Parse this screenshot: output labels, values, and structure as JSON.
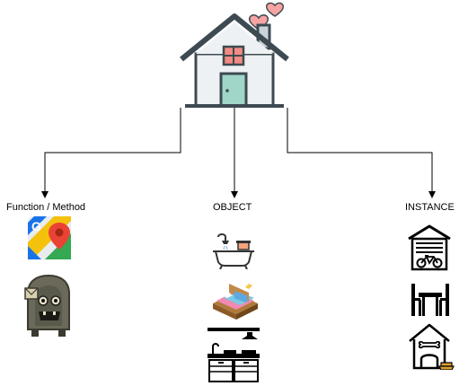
{
  "nodes": {
    "root": {
      "icon": "house-with-hearts-icon"
    },
    "left": {
      "label": "Function / Method",
      "icons": [
        "google-maps-icon",
        "monster-mailbox-icon"
      ]
    },
    "center": {
      "label": "OBJECT",
      "icons": [
        "bathtub-icon",
        "bed-icon",
        "kitchen-counter-icon"
      ]
    },
    "right": {
      "label": "INSTANCE",
      "icons": [
        "garage-bicycle-icon",
        "dining-table-icon",
        "dog-house-icon"
      ]
    }
  },
  "colors": {
    "house_outline": "#3d4a52",
    "house_fill": "#eef1f3",
    "roof_fill": "#c9d3d9",
    "door": "#9fd6c8",
    "window": "#f28b82",
    "hearts": "#f5a3a3",
    "connector": "#000000"
  }
}
